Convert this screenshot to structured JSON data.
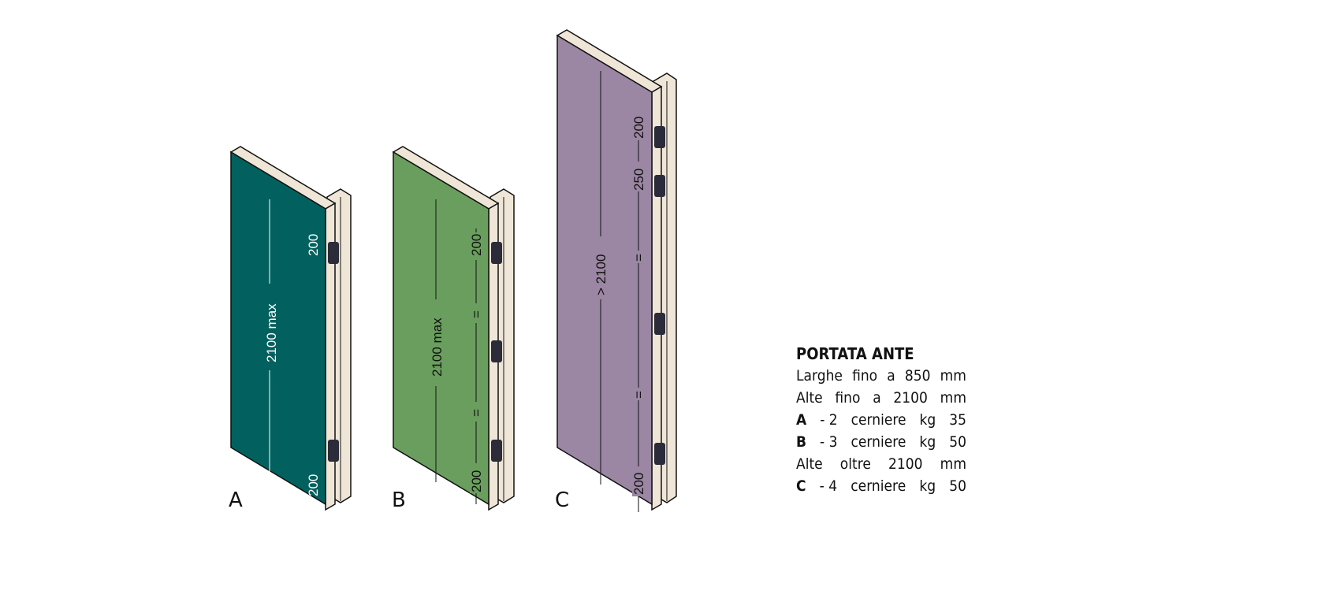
{
  "colors": {
    "door_a": "#02615f",
    "door_b": "#6a9e5e",
    "door_c": "#9b86a3",
    "edge": "#efe6d7"
  },
  "doors": [
    {
      "label": "A",
      "height_dim": "2100 max",
      "dims": [
        "200",
        "200"
      ]
    },
    {
      "label": "B",
      "height_dim": "2100 max",
      "dims": [
        "200",
        "=",
        "=",
        "200"
      ]
    },
    {
      "label": "C",
      "height_dim": "> 2100",
      "dims": [
        "200",
        "250",
        "=",
        "=",
        "200"
      ]
    }
  ],
  "legend": {
    "title": "PORTATA ANTE",
    "lines": [
      [
        "Larghe",
        "fino",
        "a",
        "850",
        "mm"
      ],
      [
        "Alte",
        "fino",
        "a",
        "2100",
        "mm"
      ],
      [
        "A",
        "- 2",
        "cerniere",
        "kg",
        "35"
      ],
      [
        "B",
        "- 3",
        "cerniere",
        "kg",
        "50"
      ],
      [
        "Alte",
        "oltre",
        "2100",
        "mm"
      ],
      [
        "C",
        "- 4",
        "cerniere",
        "kg",
        "50"
      ]
    ]
  }
}
